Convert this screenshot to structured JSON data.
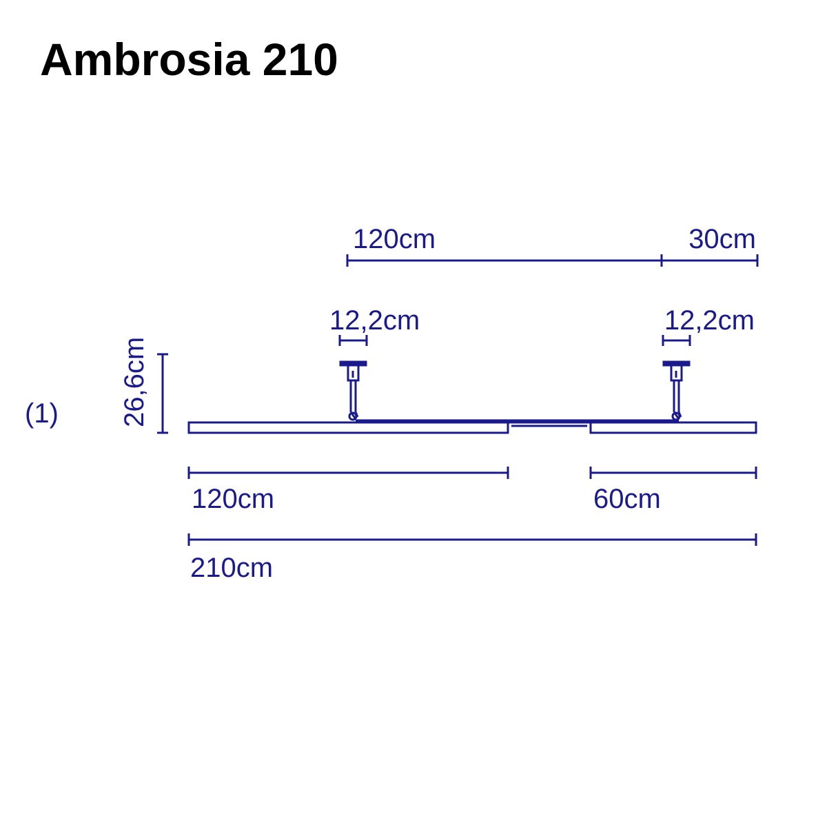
{
  "title": "Ambrosia 210",
  "variant_marker": "(1)",
  "colors": {
    "line": "#1a1a8c",
    "text": "#1a1a8c",
    "title": "#000000",
    "background": "#ffffff"
  },
  "dimensions": {
    "top_span_left": "120cm",
    "top_span_right": "30cm",
    "mount_left": "12,2cm",
    "mount_right": "12,2cm",
    "height": "26,6cm",
    "bottom_left": "120cm",
    "bottom_right": "60cm",
    "total": "210cm"
  }
}
